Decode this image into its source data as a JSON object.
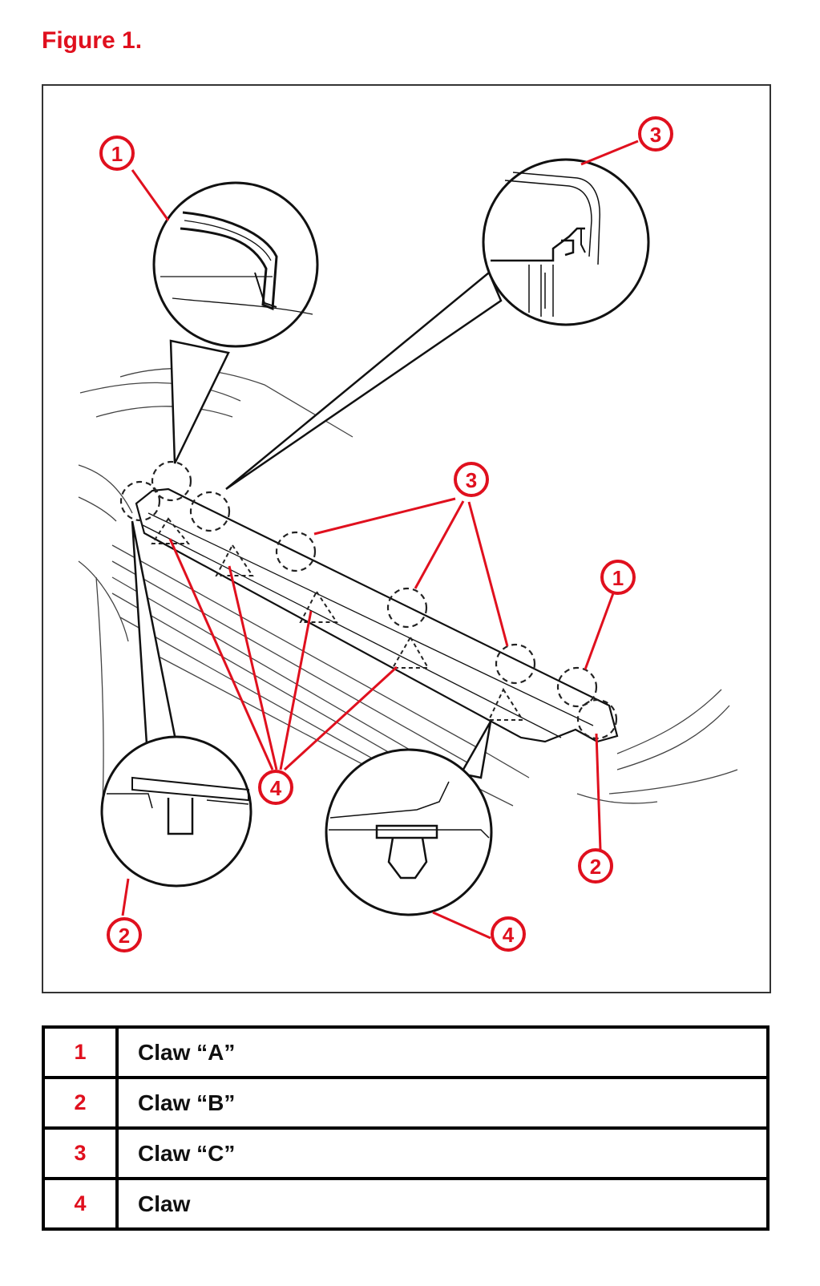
{
  "figure_title": "Figure 1.",
  "callout_numbers": {
    "c1_top_left": "1",
    "c3_top_right": "3",
    "c3_mid": "3",
    "c1_right": "1",
    "c4_center": "4",
    "c2_right": "2",
    "c2_bottom_left": "2",
    "c4_bottom": "4"
  },
  "legend": [
    {
      "num": "1",
      "label": "Claw “A”"
    },
    {
      "num": "2",
      "label": "Claw “B”"
    },
    {
      "num": "3",
      "label": "Claw “C”"
    },
    {
      "num": "4",
      "label": "Claw"
    }
  ],
  "colors": {
    "accent": "#e0101e",
    "line": "#1a1a1a"
  }
}
